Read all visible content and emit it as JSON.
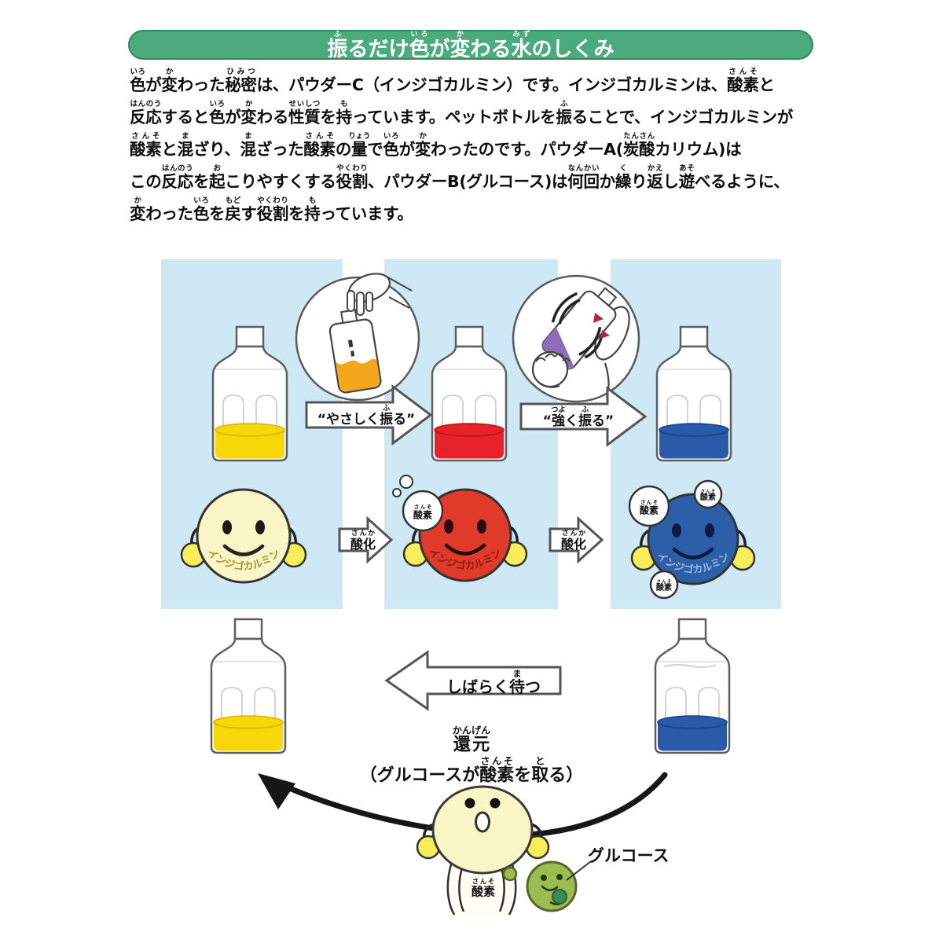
{
  "colors": {
    "header_green": "#4cab7e",
    "header_border": "#2f8a5e",
    "panel_blue": "#cfe8f6",
    "yellow_liquid": "#f6d707",
    "yellow_liquid_dark": "#d8b400",
    "red_liquid": "#e62129",
    "red_liquid_dark": "#b3161d",
    "blue_liquid": "#2a5aaa",
    "blue_liquid_dark": "#1c4183",
    "orange_liquid": "#f4a71d",
    "purple_liquid": "#8e6cb8",
    "yellow_face": "#f9f5c6",
    "red_face": "#e03a2b",
    "blue_face": "#2d5fa9",
    "hand_yellow": "#f8ee59",
    "glucose_green": "#9cbb51",
    "glucose_dark": "#3c8a55",
    "indigo_label_yellow": "#a3952f",
    "indigo_label_red": "#8c1a10",
    "indigo_label_blue": "#9db9e2"
  },
  "header": {
    "title": [
      {
        "t": "振",
        "r": "ふ"
      },
      {
        "t": "るだけ"
      },
      {
        "t": "色",
        "r": "いろ"
      },
      {
        "t": "が"
      },
      {
        "t": "変",
        "r": "か"
      },
      {
        "t": "わる"
      },
      {
        "t": "水",
        "r": "みず"
      },
      {
        "t": "のしくみ"
      }
    ]
  },
  "intro": {
    "lines": [
      [
        {
          "t": "色",
          "r": "いろ"
        },
        {
          "t": "が"
        },
        {
          "t": "変",
          "r": "か"
        },
        {
          "t": "わった"
        },
        {
          "t": "秘密",
          "r": "ひみつ"
        },
        {
          "t": "は、パウダーC（インジゴカルミン）です。インジゴカルミンは、"
        },
        {
          "t": "酸素",
          "r": "さんそ"
        },
        {
          "t": "と"
        }
      ],
      [
        {
          "t": "反応",
          "r": "はんのう"
        },
        {
          "t": "すると"
        },
        {
          "t": "色",
          "r": "いろ"
        },
        {
          "t": "が"
        },
        {
          "t": "変",
          "r": "か"
        },
        {
          "t": "わる"
        },
        {
          "t": "性質",
          "r": "せいしつ"
        },
        {
          "t": "を"
        },
        {
          "t": "持",
          "r": "も"
        },
        {
          "t": "っています。ペットボトルを"
        },
        {
          "t": "振",
          "r": "ふ"
        },
        {
          "t": "ることで、インジゴカルミンが"
        }
      ],
      [
        {
          "t": "酸素",
          "r": "さんそ"
        },
        {
          "t": "と"
        },
        {
          "t": "混",
          "r": "ま"
        },
        {
          "t": "ざり、"
        },
        {
          "t": "混",
          "r": "ま"
        },
        {
          "t": "ざった"
        },
        {
          "t": "酸素",
          "r": "さんそ"
        },
        {
          "t": "の"
        },
        {
          "t": "量",
          "r": "りょう"
        },
        {
          "t": "で"
        },
        {
          "t": "色",
          "r": "いろ"
        },
        {
          "t": "が"
        },
        {
          "t": "変",
          "r": "か"
        },
        {
          "t": "わったのです。パウダーA("
        },
        {
          "t": "炭酸",
          "r": "たんさん"
        },
        {
          "t": "カリウム)は"
        }
      ],
      [
        {
          "t": "この"
        },
        {
          "t": "反応",
          "r": "はんのう"
        },
        {
          "t": "を"
        },
        {
          "t": "起",
          "r": "お"
        },
        {
          "t": "こりやすくする"
        },
        {
          "t": "役割",
          "r": "やくわり"
        },
        {
          "t": "、パウダーB(グルコース)は"
        },
        {
          "t": "何回",
          "r": "なんかい"
        },
        {
          "t": "か"
        },
        {
          "t": "繰",
          "r": "く"
        },
        {
          "t": "り"
        },
        {
          "t": "返",
          "r": "かえ"
        },
        {
          "t": "し"
        },
        {
          "t": "遊",
          "r": "あそ"
        },
        {
          "t": "べるように、"
        }
      ],
      [
        {
          "t": "変",
          "r": "か"
        },
        {
          "t": "わった"
        },
        {
          "t": "色",
          "r": "いろ"
        },
        {
          "t": "を"
        },
        {
          "t": "戻",
          "r": "もど"
        },
        {
          "t": "す"
        },
        {
          "t": "役割",
          "r": "やくわり"
        },
        {
          "t": "を"
        },
        {
          "t": "持",
          "r": "も"
        },
        {
          "t": "っています。"
        }
      ]
    ]
  },
  "diagram": {
    "gentle_shake": [
      {
        "t": "“やさしく"
      },
      {
        "t": "振",
        "r": "ふ"
      },
      {
        "t": "る”"
      }
    ],
    "hard_shake": [
      {
        "t": "“"
      },
      {
        "t": "強",
        "r": "つよ"
      },
      {
        "t": "く"
      },
      {
        "t": "振",
        "r": "ふ"
      },
      {
        "t": "る”"
      }
    ],
    "oxidation": [
      {
        "t": "酸化",
        "r": "さんか"
      }
    ],
    "oxygen": [
      {
        "t": "酸素",
        "r": "さんそ"
      }
    ],
    "indigo_label": "インジゴカルミン"
  },
  "bottom": {
    "wait": [
      {
        "t": "しばらく"
      },
      {
        "t": "待",
        "r": "ま"
      },
      {
        "t": "つ"
      }
    ],
    "reduction": [
      {
        "t": "還元",
        "r": "かんげん"
      }
    ],
    "reduction_note": [
      {
        "t": "（グルコースが"
      },
      {
        "t": "酸素",
        "r": "さんそ"
      },
      {
        "t": "を"
      },
      {
        "t": "取",
        "r": "と"
      },
      {
        "t": "る）"
      }
    ],
    "glucose": [
      {
        "t": "グルコース"
      }
    ],
    "oxygen": [
      {
        "t": "酸素",
        "r": "さんそ"
      }
    ]
  }
}
